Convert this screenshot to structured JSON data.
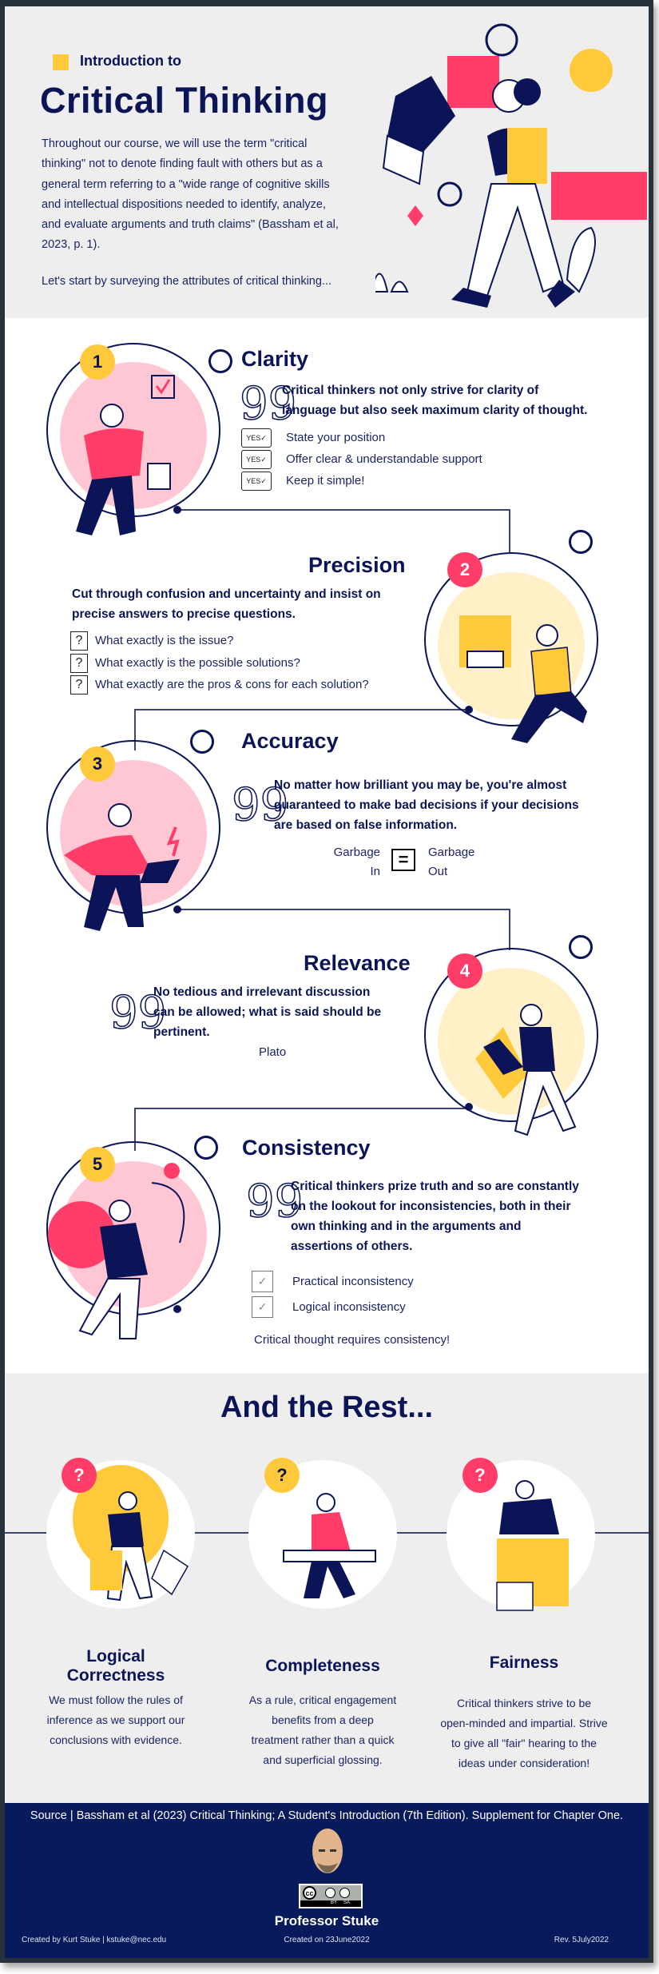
{
  "hero": {
    "kicker": "Introduction to",
    "title": "Critical Thinking",
    "paragraph": [
      "Throughout our course, we will use the term \"critical",
      "thinking\" not to denote finding fault with others but as a",
      "general term referring to a \"wide range of cognitive skills",
      "and intellectual dispositions needed to identify, analyze,",
      "and evaluate arguments and truth claims\" (Bassham et al,",
      "2023, p. 1)."
    ],
    "lead": "Let's start by surveying the attributes of critical thinking..."
  },
  "colors": {
    "navy": "#0b1456",
    "pink": "#ff3d68",
    "yellow": "#ffc93c",
    "light_pink": "#ffc6d3",
    "light_yellow": "#fff0c8",
    "footer": "#061a5c"
  },
  "attributes": [
    {
      "number": "1",
      "title": "Clarity",
      "quote": [
        "Critical thinkers not only strive for clarity of",
        "language but also seek maximum clarity of thought."
      ],
      "check_label": "YES✓",
      "items": [
        "State your position",
        "Offer clear & understandable support",
        "Keep it simple!"
      ]
    },
    {
      "number": "2",
      "title": "Precision",
      "quote": [
        "Cut through confusion and uncertainty and insist on",
        "precise answers to precise questions."
      ],
      "box_label": "?",
      "items": [
        "What exactly is the issue?",
        "What exactly is the possible solutions?",
        "What exactly are the pros & cons for each solution?"
      ]
    },
    {
      "number": "3",
      "title": "Accuracy",
      "quote": [
        "No matter how brilliant you may be, you're almost",
        "guaranteed to make bad decisions if your decisions",
        "are based on false information."
      ],
      "equation": {
        "left": [
          "Garbage",
          "In"
        ],
        "symbol": "=",
        "right": [
          "Garbage",
          "Out"
        ]
      }
    },
    {
      "number": "4",
      "title": "Relevance",
      "quote": [
        "No tedious and irrelevant discussion",
        "can be allowed; what is said should be",
        "pertinent."
      ],
      "author": "Plato"
    },
    {
      "number": "5",
      "title": "Consistency",
      "quote": [
        "Critical thinkers prize truth and so are constantly",
        "on the lookout for inconsistencies, both in their",
        "own thinking and in the arguments and",
        "assertions of others."
      ],
      "check_mark": "✓",
      "items": [
        "Practical inconsistency",
        "Logical inconsistency"
      ],
      "closing": "Critical thought requires consistency!"
    }
  ],
  "quote_mark": "99",
  "rest": {
    "title": "And the Rest...",
    "badge": "?",
    "columns": [
      {
        "title": [
          "Logical",
          "Correctness"
        ],
        "desc": [
          "We must follow the rules of",
          "inference as we support our",
          "conclusions with evidence."
        ]
      },
      {
        "title": [
          "Completeness"
        ],
        "desc": [
          "As a rule, critical engagement",
          "benefits from a deep",
          "treatment rather than a quick",
          "and superficial glossing."
        ]
      },
      {
        "title": [
          "Fairness"
        ],
        "desc": [
          "Critical thinkers strive to be",
          "open-minded and impartial. Strive",
          "to give all \"fair\" hearing to the",
          "ideas under consideration!"
        ]
      }
    ]
  },
  "footer": {
    "source": "Source | Bassham et al (2023) Critical Thinking; A Student's Introduction (7th Edition). Supplement for Chapter One.",
    "license": {
      "cc": "cc",
      "by": "BY",
      "sa": "SA"
    },
    "name": "Professor Stuke",
    "created_by": "Created by Kurt Stuke | kstuke@nec.edu",
    "created_on": "Created on 23June2022",
    "revision": "Rev. 5July2022"
  }
}
